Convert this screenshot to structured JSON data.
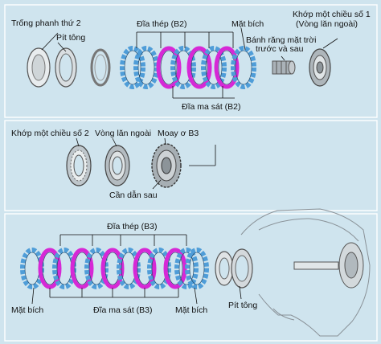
{
  "section1": {
    "drum_2": "Trống phanh thứ  2",
    "piston": "Pít tông",
    "steel_plates": "Đĩa thép (B2)",
    "flange": "Mặt bích",
    "one_way_1_line1": "Khớp một chiều số 1",
    "one_way_1_line2": "(Vòng lăn ngoài)",
    "sun_gear_line1": "Bánh răng mặt trời",
    "sun_gear_line2": "trước và sau",
    "friction_plates": "Đĩa ma sát (B2)"
  },
  "section2": {
    "one_way_2": "Khớp một chiều số 2",
    "outer_race": "Vòng lăn ngoài",
    "b3_hub": "Moay ơ B3",
    "rear_carrier": "Cần dẫn sau"
  },
  "section3": {
    "steel_plates": "Đĩa thép (B3)",
    "flange_left": "Mặt bích",
    "friction_plates": "Đĩa ma sát (B3)",
    "flange_right": "Mặt bích",
    "piston": "Pít tông"
  },
  "colors": {
    "background": "#cfe4ee",
    "steel_plate": "#4f9dd8",
    "friction_plate": "#d628d6",
    "frame": "#ffffff",
    "metal": "#9aa2a8"
  }
}
